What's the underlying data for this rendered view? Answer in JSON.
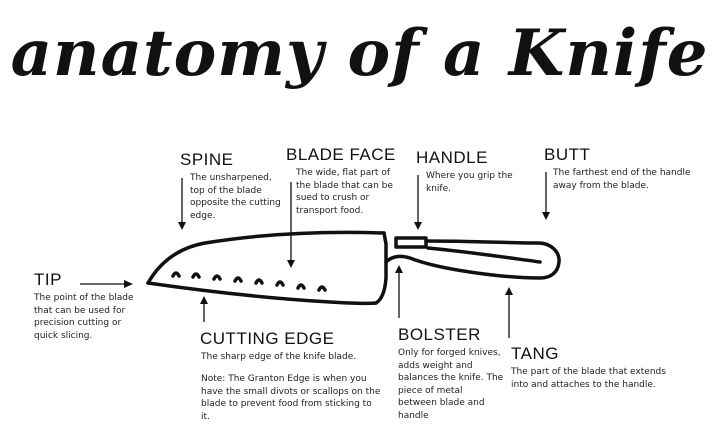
{
  "title": "anatomy of a Knife",
  "parts": {
    "spine": {
      "label": "SPINE",
      "desc": "The unsharpened, top of the blade opposite the cutting edge."
    },
    "blade_face": {
      "label": "BLADE FACE",
      "desc": "The wide, flat part of the blade that can be sued to crush or transport food."
    },
    "handle": {
      "label": "HANDLE",
      "desc": "Where you grip the knife."
    },
    "butt": {
      "label": "BUTT",
      "desc": "The farthest end of the handle away from the blade."
    },
    "tip": {
      "label": "TIP",
      "desc": "The point of the blade that can be used for precision cutting or quick slicing."
    },
    "cutting_edge": {
      "label": "CUTTING EDGE",
      "desc": "The sharp edge of the knife blade.",
      "note": "Note: The Granton Edge is when you have the small divots or scallops on the blade to prevent food from sticking to it."
    },
    "bolster": {
      "label": "BOLSTER",
      "desc": "Only for forged knives, adds  weight and balances the knife. The piece of metal between blade and handle"
    },
    "tang": {
      "label": "TANG",
      "desc": "The part of the blade that extends into and attaches to the handle."
    }
  }
}
